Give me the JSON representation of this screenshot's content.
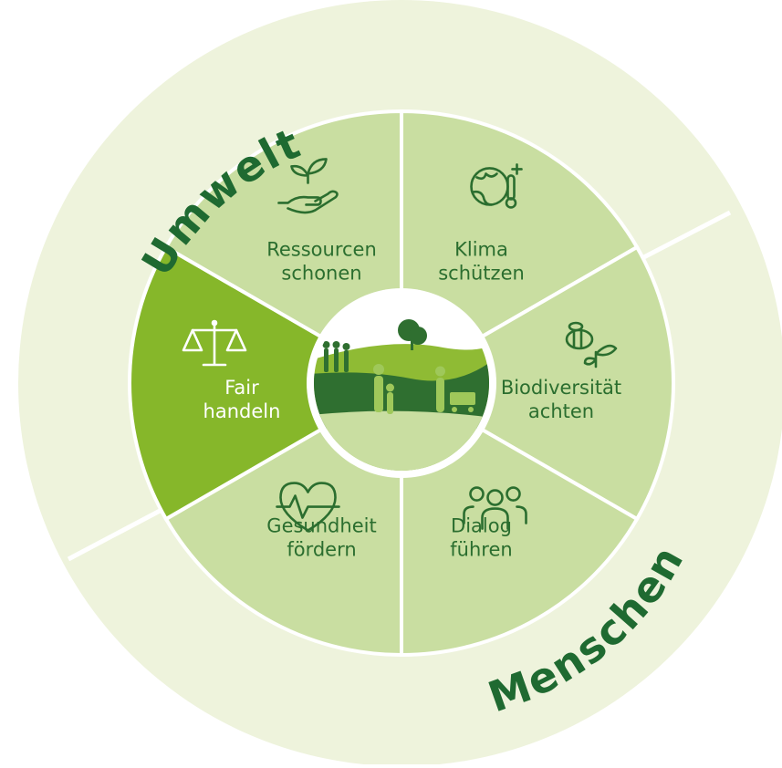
{
  "colors": {
    "outer_ring": "#eef3dc",
    "ring_divider": "#ffffff",
    "segment_default": "#c9dea1",
    "segment_highlight": "#86b72a",
    "segment_border": "#ffffff",
    "icon_default": "#2b6e2f",
    "label_default": "#2b6e2f",
    "icon_highlight": "#ffffff",
    "label_highlight": "#ffffff",
    "ring_text": "#1f6a31",
    "scene_sky": "#ffffff",
    "scene_hill_light": "#8fbb34",
    "scene_hill_dark": "#2f6f30",
    "scene_ground": "#c9dea1",
    "scene_people": "#9fc85a"
  },
  "ring_labels": {
    "top": "Umwelt",
    "bottom": "Menschen"
  },
  "segments": [
    {
      "id": "klima",
      "line1": "Klima",
      "line2": "schützen",
      "icon": "globe-thermometer-icon",
      "highlight": false
    },
    {
      "id": "biodiversitaet",
      "line1": "Biodiversität",
      "line2": "achten",
      "icon": "bee-plant-icon",
      "highlight": false
    },
    {
      "id": "dialog",
      "line1": "Dialog",
      "line2": "führen",
      "icon": "people-group-icon",
      "highlight": false
    },
    {
      "id": "gesundheit",
      "line1": "Gesundheit",
      "line2": "fördern",
      "icon": "heart-pulse-icon",
      "highlight": false
    },
    {
      "id": "fair",
      "line1": "Fair",
      "line2": "handeln",
      "icon": "scales-icon",
      "highlight": true
    },
    {
      "id": "ressourcen",
      "line1": "Ressourcen",
      "line2": "schonen",
      "icon": "hand-sprout-icon",
      "highlight": false
    }
  ],
  "center_image": "family-shopping-landscape-illustration"
}
